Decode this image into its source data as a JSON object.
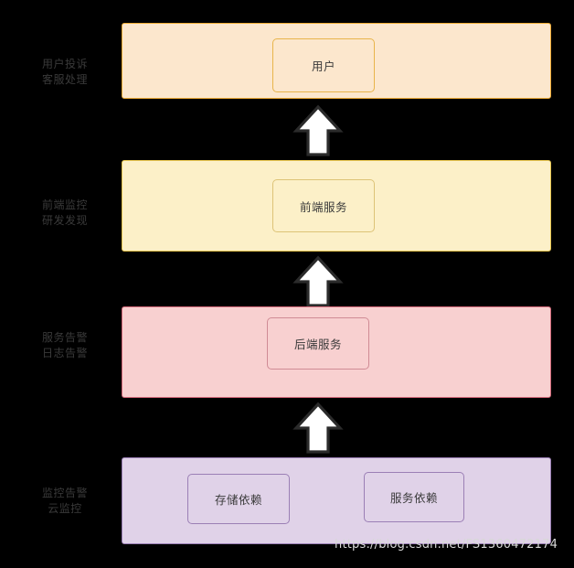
{
  "diagram": {
    "background_color": "#000000",
    "rows": [
      {
        "label": "用户投诉\n客服处理",
        "band_fill": "#fce7cd",
        "band_border": "#f0ad35",
        "boxes": [
          {
            "label": "用户",
            "fill": "#fce7cd",
            "border": "#e8b44a"
          }
        ]
      },
      {
        "label": "前端监控\n研发发现",
        "band_fill": "#fcf0c8",
        "band_border": "#e8c64f",
        "boxes": [
          {
            "label": "前端服务",
            "fill": "#fcf0c8",
            "border": "#ddc377"
          }
        ]
      },
      {
        "label": "服务告警\n日志告警",
        "band_fill": "#f8d0d0",
        "band_border": "#d4697a",
        "boxes": [
          {
            "label": "后端服务",
            "fill": "#f8d0d0",
            "border": "#d08b95"
          }
        ]
      },
      {
        "label": "监控告警\n云监控",
        "band_fill": "#e0d2e8",
        "band_border": "#9b7fb5",
        "boxes": [
          {
            "label": "存储依赖",
            "fill": "#e0d2e8",
            "border": "#9b7fb5"
          },
          {
            "label": "服务依赖",
            "fill": "#e0d2e8",
            "border": "#9b7fb5"
          }
        ]
      }
    ],
    "arrows": [
      {
        "name": "arrow-backend-to-frontend",
        "direction": "up",
        "fill": "#ffffff",
        "stroke": "#2b2b2b"
      },
      {
        "name": "arrow-frontend-to-user",
        "direction": "up",
        "fill": "#ffffff",
        "stroke": "#2b2b2b"
      },
      {
        "name": "arrow-dependency-to-backend",
        "direction": "up",
        "fill": "#ffffff",
        "stroke": "#2b2b2b"
      }
    ],
    "watermark": "https://blog.csdn.net/FS1360472174"
  }
}
